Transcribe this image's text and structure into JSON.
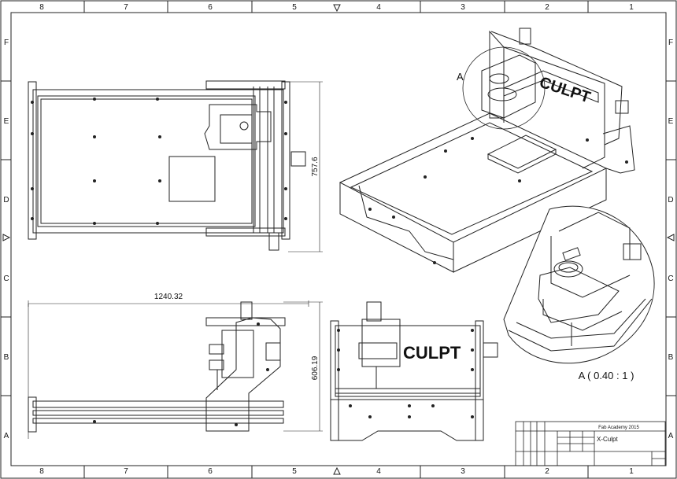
{
  "sheet": {
    "columns": [
      "8",
      "7",
      "6",
      "5",
      "4",
      "3",
      "2",
      "1"
    ],
    "rows": [
      "F",
      "E",
      "D",
      "C",
      "B",
      "A"
    ]
  },
  "dimensions": {
    "top_height": "757.6",
    "front_width": "1240.32",
    "front_height": "606.19"
  },
  "detail": {
    "marker": "A",
    "label": "A ( 0.40 : 1 )"
  },
  "iso_branding": "CULPT",
  "right_view_branding": "CULPT",
  "title_block": {
    "header": "Fab Academy 2015",
    "name": "X-Culpt"
  }
}
